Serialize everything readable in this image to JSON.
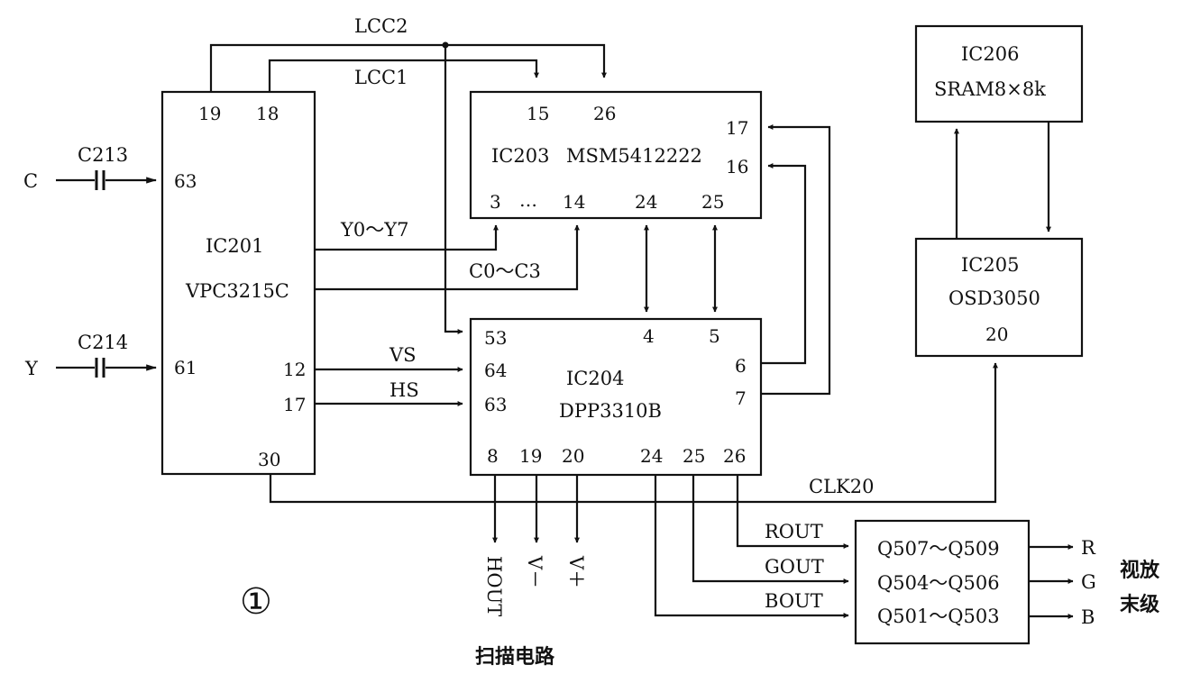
{
  "figure_number": "①",
  "chips": {
    "ic201": {
      "ref": "IC201",
      "part": "VPC3215C",
      "pins": {
        "p19": "19",
        "p18": "18",
        "p63": "63",
        "p61": "61",
        "p12": "12",
        "p17": "17",
        "p30": "30"
      }
    },
    "ic203": {
      "ref": "IC203",
      "part": "MSM5412222",
      "pins": {
        "p15": "15",
        "p26": "26",
        "p17": "17",
        "p16": "16",
        "p3": "3",
        "dots": "…",
        "p14": "14",
        "p24": "24",
        "p25": "25"
      }
    },
    "ic204": {
      "ref": "IC204",
      "part": "DPP3310B",
      "pins": {
        "p53": "53",
        "p4": "4",
        "p5": "5",
        "p64": "64",
        "p6": "6",
        "p63": "63",
        "p7": "7",
        "p8": "8",
        "p19": "19",
        "p20": "20",
        "p24": "24",
        "p25": "25",
        "p26": "26"
      }
    },
    "ic205": {
      "ref": "IC205",
      "part": "OSD3050",
      "pins": {
        "p20": "20"
      }
    },
    "ic206": {
      "ref": "IC206",
      "part": "SRAM8×8k"
    },
    "q_block": {
      "rows": [
        "Q507～Q509",
        "Q504～Q506",
        "Q501～Q503"
      ]
    }
  },
  "capacitors": {
    "c213": "C213",
    "c214": "C214"
  },
  "inputs": {
    "c": "C",
    "y": "Y"
  },
  "signals": {
    "lcc2": "LCC2",
    "lcc1": "LCC1",
    "y_bus": "Y0～Y7",
    "c_bus": "C0～C3",
    "vs": "VS",
    "hs": "HS",
    "clk20": "CLK20",
    "rout": "ROUT",
    "gout": "GOUT",
    "bout": "BOUT"
  },
  "outputs": {
    "r": "R",
    "g": "G",
    "b": "B"
  },
  "scan_outputs": {
    "hout": "HOUT",
    "v_minus": "V－",
    "v_plus": "V＋"
  },
  "captions": {
    "scan_circuit": "扫描电路",
    "video_amp_1": "视放",
    "video_amp_2": "末级"
  }
}
